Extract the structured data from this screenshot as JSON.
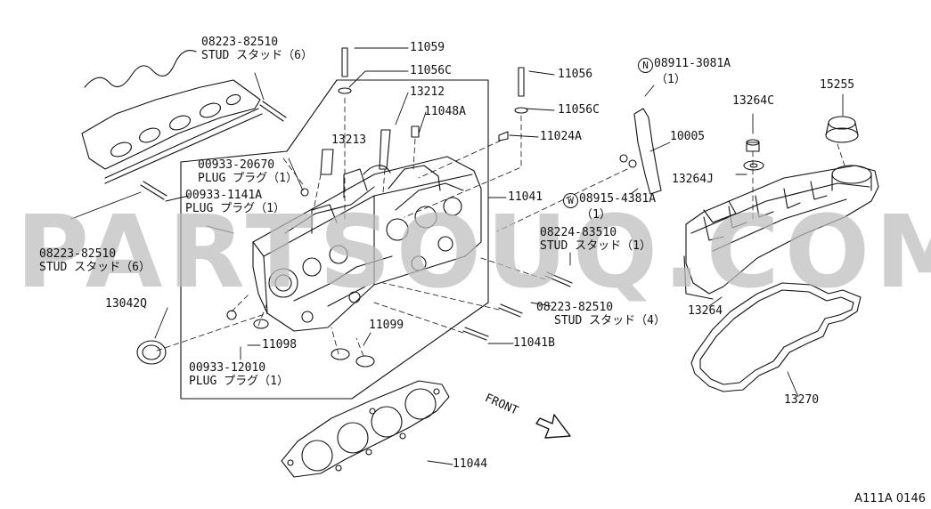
{
  "watermark": "PARTSOUQ.COM",
  "diagram_code": "A111A 0146",
  "front_label": "FRONT",
  "colors": {
    "line": "#111111",
    "watermark": "#bdbdbd",
    "background": "#ffffff"
  },
  "parts": {
    "p08223_top": {
      "number": "08223-82510",
      "desc": "STUD スタッド（6）"
    },
    "p08223_left": {
      "number": "08223-82510",
      "desc": "STUD スタッド（6）"
    },
    "p08223_mid": {
      "number": "08223-82510",
      "desc": "STUD スタッド（4）"
    },
    "p08224": {
      "number": "08224-83510",
      "desc": "STUD スタッド（1）"
    },
    "p00933_20670": {
      "number": "00933-20670",
      "desc": "PLUG プラグ（1）"
    },
    "p00933_1141a": {
      "number": "00933-1141A",
      "desc": "PLUG プラグ（1）"
    },
    "p00933_12010": {
      "number": "00933-12010",
      "desc": "PLUG プラグ（1）"
    },
    "p08911": {
      "badge": "N",
      "number": "08911-3081A",
      "desc": "（1）"
    },
    "p08915": {
      "badge": "W",
      "number": "08915-4381A",
      "desc": "（1）"
    },
    "p11059": "11059",
    "p11056c_a": "11056C",
    "p11056": "11056",
    "p11056c_b": "11056C",
    "p13212": "13212",
    "p11048a": "11048A",
    "p13213": "13213",
    "p11024a": "11024A",
    "p11041": "11041",
    "p10005": "10005",
    "p13264c": "13264C",
    "p15255": "15255",
    "p13264j": "13264J",
    "p13264": "13264",
    "p13270": "13270",
    "p13042q": "13042Q",
    "p11098": "11098",
    "p11099": "11099",
    "p11041b": "11041B",
    "p11044": "11044"
  }
}
